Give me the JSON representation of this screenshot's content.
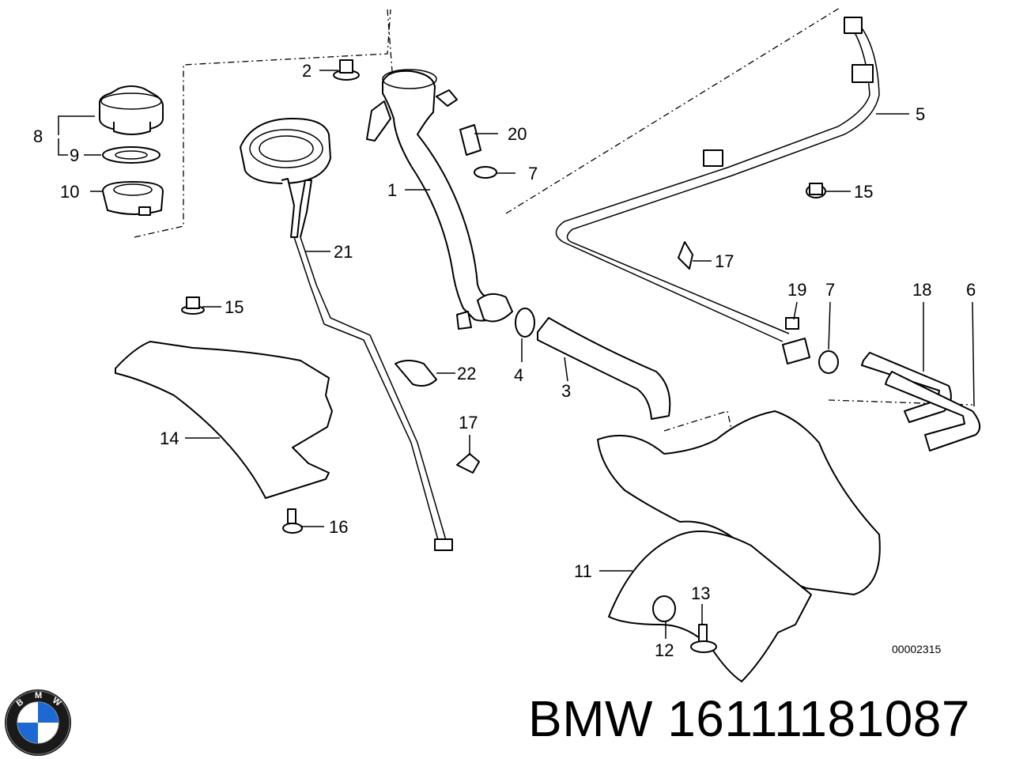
{
  "diagram_code": "00002315",
  "brand": "BMW",
  "part_number": "16111181087",
  "logo_letters": "BMW",
  "callouts": {
    "c1": "1",
    "c2": "2",
    "c3": "3",
    "c4": "4",
    "c5": "5",
    "c6": "6",
    "c7a": "7",
    "c7b": "7",
    "c8": "8",
    "c9": "9",
    "c10": "10",
    "c11": "11",
    "c12": "12",
    "c13": "13",
    "c14": "14",
    "c15a": "15",
    "c15b": "15",
    "c16": "16",
    "c17a": "17",
    "c17b": "17",
    "c18": "18",
    "c19": "19",
    "c20": "20",
    "c21": "21",
    "c22": "22"
  },
  "colors": {
    "line": "#000000",
    "logo_blue": "#1c69d4",
    "background": "#ffffff"
  }
}
